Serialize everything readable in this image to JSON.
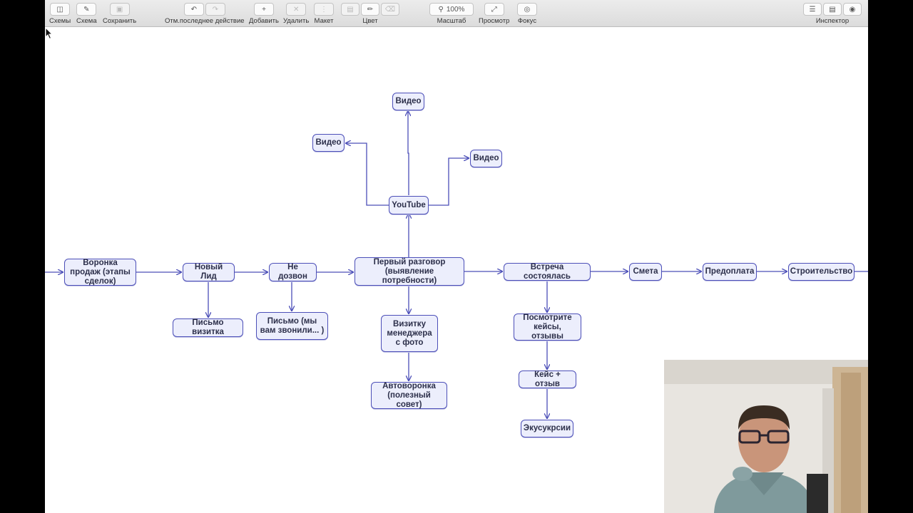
{
  "toolbar": {
    "schemes": "Схемы",
    "scheme": "Схема",
    "save": "Сохранить",
    "undo": "Отм.последнее действие",
    "add": "Добавить",
    "delete": "Удалить",
    "layout": "Макет",
    "color": "Цвет",
    "zoom_label": "Масштаб",
    "zoom_value": "100%",
    "preview": "Просмотр",
    "focus": "Фокус",
    "inspector": "Инспектор"
  },
  "nodes": {
    "funnel": "Воронка продаж (этапы сделок)",
    "new_lead": "Новый Лид",
    "no_answer": "Не дозвон",
    "first_call": "Первый разговор (выявление потребности)",
    "meeting": "Встреча состоялась",
    "estimate": "Смета",
    "prepay": "Предоплата",
    "construction": "Строительство",
    "letter_card": "Письмо визитка",
    "letter_called": "Письмо (мы вам звонили... )",
    "manager_card": "Визитку менеджера с фото",
    "autofunnel": "Автоворонка (полезный совет)",
    "youtube": "YouTube",
    "video_top": "Видео",
    "video_left": "Видео",
    "video_right": "Видео",
    "cases": "Посмотрите кейсы, отзывы",
    "case_review": "Кейс + отзыв",
    "excursion": "Экусукрсии"
  },
  "colors": {
    "node_fill": "#eceefc",
    "node_border": "#4c4fb8",
    "arrow": "#4c4fb8"
  }
}
